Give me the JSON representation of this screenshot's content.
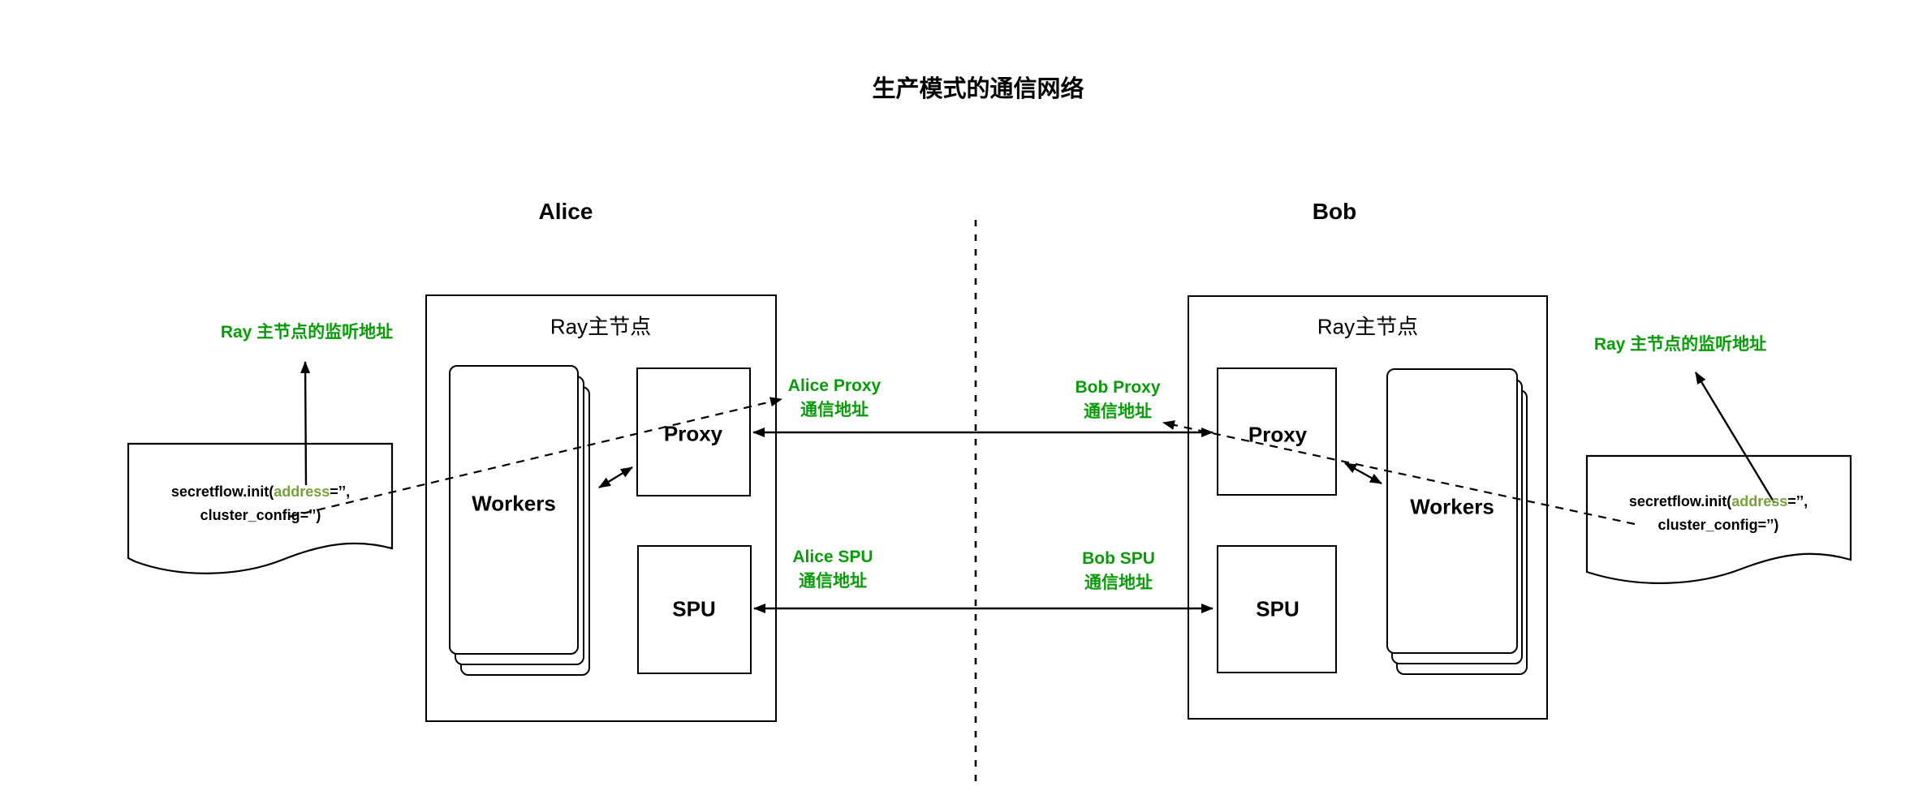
{
  "title": "生产模式的通信网络",
  "colors": {
    "label_green": "#0a9b0a",
    "code_green": "#74a339",
    "ink": "#000000"
  },
  "parties": {
    "alice": {
      "label": "Alice",
      "node_title": "Ray主节点",
      "workers": "Workers",
      "proxy": "Proxy",
      "spu": "SPU"
    },
    "bob": {
      "label": "Bob",
      "node_title": "Ray主节点",
      "workers": "Workers",
      "proxy": "Proxy",
      "spu": "SPU"
    }
  },
  "documents": {
    "left": {
      "code_prefix": "secretflow.init(",
      "code_green": "address",
      "code_suffix": "=’’,",
      "code_line2": "cluster_config=’’)"
    },
    "right": {
      "code_prefix": "secretflow.init(",
      "code_green": "address",
      "code_suffix": "=’’,",
      "code_line2": "cluster_config=’’)"
    }
  },
  "annotations": {
    "listen_left": "Ray 主节点的监听地址",
    "listen_right": "Ray 主节点的监听地址",
    "alice_proxy": {
      "line1": "Alice Proxy",
      "line2": "通信地址"
    },
    "bob_proxy": {
      "line1": "Bob Proxy",
      "line2": "通信地址"
    },
    "alice_spu": {
      "line1": "Alice SPU",
      "line2": "通信地址"
    },
    "bob_spu": {
      "line1": "Bob SPU",
      "line2": "通信地址"
    }
  }
}
